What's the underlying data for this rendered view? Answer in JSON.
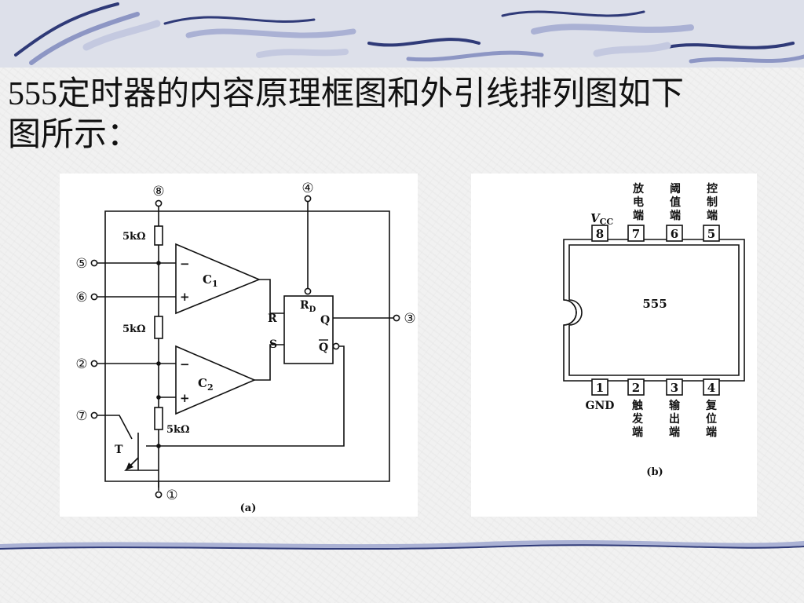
{
  "title": {
    "line1": "555定时器的内容原理框图和外引线排列图如下",
    "line2": "图所示："
  },
  "diagram_a": {
    "caption": "(a)",
    "pins": {
      "p8": "⑧",
      "p4": "④",
      "p5": "⑤",
      "p6": "⑥",
      "p2": "②",
      "p7": "⑦",
      "p1": "①",
      "p3": "③"
    },
    "resistors": {
      "r1": "5kΩ",
      "r2": "5kΩ",
      "r3": "5kΩ"
    },
    "comparators": {
      "c1": {
        "name": "C",
        "sub": "1",
        "minus": "−",
        "plus": "+"
      },
      "c2": {
        "name": "C",
        "sub": "2",
        "minus": "−",
        "plus": "+"
      }
    },
    "flipflop": {
      "r": "R",
      "s": "S",
      "rd": "R",
      "rd_sub": "D",
      "q": "Q",
      "qbar": "Q"
    },
    "transistor": "T"
  },
  "diagram_b": {
    "caption": "(b)",
    "chip_label": "555",
    "vcc": "V",
    "vcc_sub": "CC",
    "gnd": "GND",
    "top_pins": [
      {
        "num": "8",
        "label": []
      },
      {
        "num": "7",
        "label": [
          "放",
          "电",
          "端"
        ]
      },
      {
        "num": "6",
        "label": [
          "阈",
          "值",
          "端"
        ]
      },
      {
        "num": "5",
        "label": [
          "控",
          "制",
          "端"
        ]
      }
    ],
    "bottom_pins": [
      {
        "num": "1",
        "label": []
      },
      {
        "num": "2",
        "label": [
          "触",
          "发",
          "端"
        ]
      },
      {
        "num": "3",
        "label": [
          "输",
          "出",
          "端"
        ]
      },
      {
        "num": "4",
        "label": [
          "复",
          "位",
          "端"
        ]
      }
    ]
  },
  "colors": {
    "ink": "#111111",
    "deco_blue": "#9aa3c8",
    "deco_dark": "#2f3a78"
  }
}
